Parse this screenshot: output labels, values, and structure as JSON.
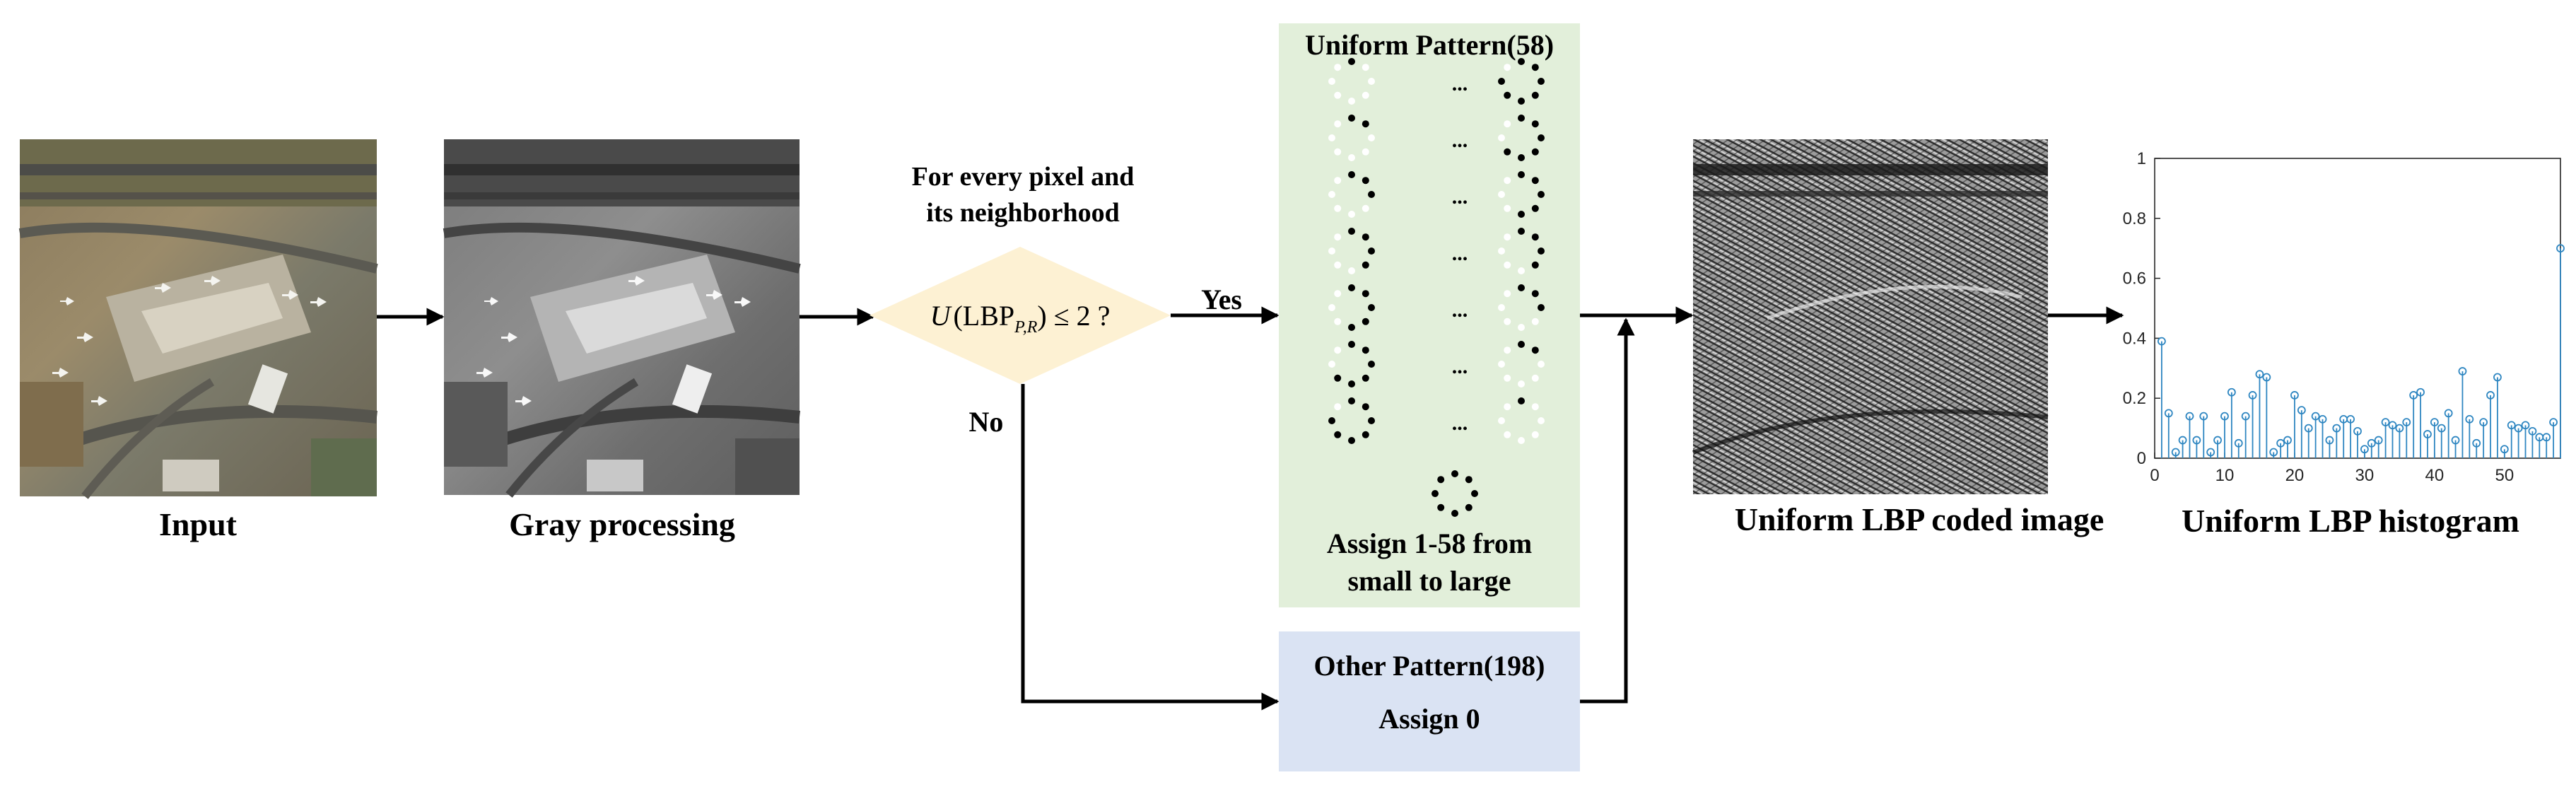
{
  "images": {
    "input": {
      "label": "Input",
      "kind": "aerial-photo"
    },
    "gray": {
      "label": "Gray processing",
      "kind": "grayscale-photo"
    },
    "coded": {
      "label": "Uniform LBP coded image",
      "kind": "lbp-texture"
    }
  },
  "decision": {
    "heading_line1": "For every pixel and",
    "heading_line2": "its neighborhood",
    "formula_u": "U",
    "formula_lbp": "(LBP",
    "formula_sub": "P,R",
    "formula_tail": ") ≤ 2 ?",
    "yes_label": "Yes",
    "no_label": "No"
  },
  "uniform_box": {
    "title": "Uniform Pattern(58)",
    "ellipsis": "...",
    "assign_line1": "Assign 1-58 from",
    "assign_line2": "small to large"
  },
  "other_box": {
    "title": "Other Pattern(198)",
    "assign": "Assign 0"
  },
  "colors": {
    "uniform_fill": "#e2efda",
    "other_fill": "#dae3f3",
    "decision_fill": "#fdf1d3",
    "stem": "#2e86c1"
  },
  "chart_data": {
    "type": "stem",
    "title": "Uniform LBP histogram",
    "xlim": [
      0,
      58
    ],
    "ylim": [
      0,
      1
    ],
    "xticks": [
      "0",
      "10",
      "20",
      "30",
      "40",
      "50"
    ],
    "yticks": [
      "0",
      "0.2",
      "0.4",
      "0.6",
      "0.8",
      "1"
    ],
    "x": [
      1,
      2,
      3,
      4,
      5,
      6,
      7,
      8,
      9,
      10,
      11,
      12,
      13,
      14,
      15,
      16,
      17,
      18,
      19,
      20,
      21,
      22,
      23,
      24,
      25,
      26,
      27,
      28,
      29,
      30,
      31,
      32,
      33,
      34,
      35,
      36,
      37,
      38,
      39,
      40,
      41,
      42,
      43,
      44,
      45,
      46,
      47,
      48,
      49,
      50,
      51,
      52,
      53,
      54,
      55,
      56,
      57,
      58
    ],
    "values": [
      0.39,
      0.15,
      0.02,
      0.06,
      0.14,
      0.06,
      0.14,
      0.02,
      0.06,
      0.14,
      0.22,
      0.05,
      0.14,
      0.21,
      0.28,
      0.27,
      0.02,
      0.05,
      0.06,
      0.21,
      0.16,
      0.1,
      0.14,
      0.13,
      0.06,
      0.1,
      0.13,
      0.13,
      0.09,
      0.03,
      0.05,
      0.06,
      0.12,
      0.11,
      0.1,
      0.12,
      0.21,
      0.22,
      0.08,
      0.12,
      0.1,
      0.15,
      0.06,
      0.29,
      0.13,
      0.05,
      0.12,
      0.21,
      0.27,
      0.03,
      0.11,
      0.1,
      0.11,
      0.09,
      0.07,
      0.07,
      0.12,
      0.7
    ]
  }
}
